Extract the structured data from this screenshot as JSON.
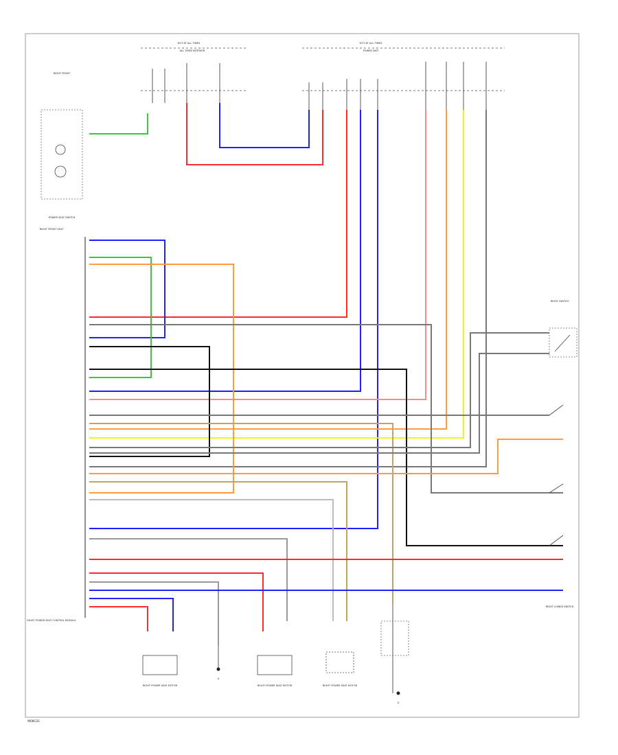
{
  "diagram": {
    "footer_code": "W08G31",
    "top_box_left": {
      "header": "HOT AT ALL TIMES",
      "label": "ALL TIMES   INTERIOR"
    },
    "top_box_right": {
      "header": "HOT AT ALL TIMES",
      "label": "POWER DIST"
    },
    "components": {
      "right_front_switch": "RIGHT FRONT",
      "power_seat_switch": "POWER SEAT SWITCH",
      "memory_module": "RIGHT FRONT SEAT",
      "seat_control_module": "RIGHT POWER SEAT CONTROL MODULE",
      "right_switch": "RIGHT SWITCH",
      "right_lower_switch": "RIGHT LOWER SWITCH",
      "motor_1": "RIGHT POWER SEAT MOTOR",
      "motor_2": "RIGHT POWER SEAT MOTOR",
      "motor_3": "RIGHT POWER SEAT MOTOR",
      "ground_1": "G",
      "ground_2": "G"
    },
    "colors": {
      "red": "#ff2a2a",
      "blue": "#2020ff",
      "green": "#33cc33",
      "yellow": "#f5f500",
      "orange": "#ff9944",
      "pink": "#ff8a8a",
      "gray": "#777777",
      "black": "#111111",
      "tan": "#c8a060"
    }
  }
}
